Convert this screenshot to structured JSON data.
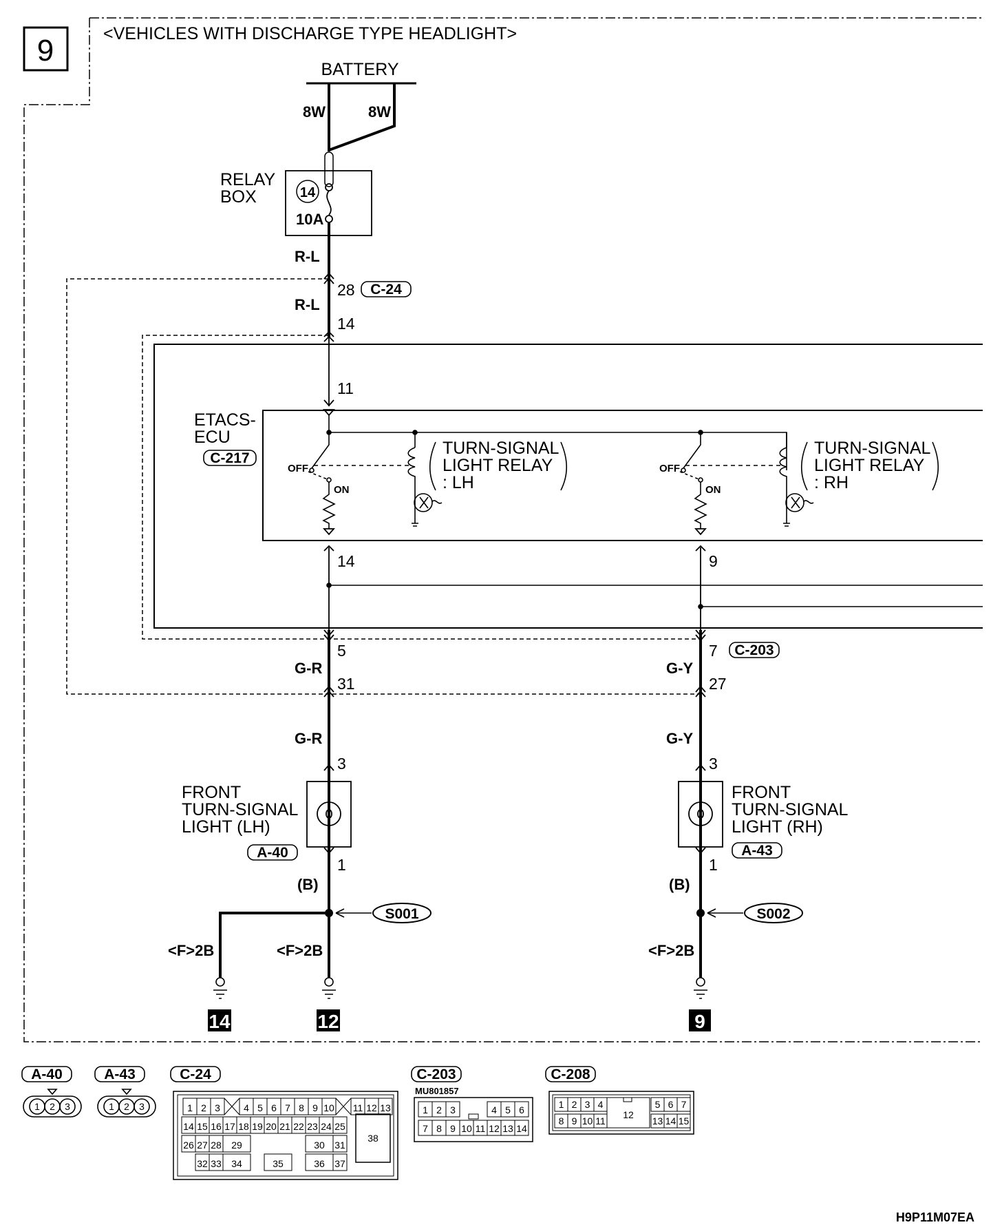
{
  "page_number": "9",
  "header": "<VEHICLES WITH DISCHARGE TYPE HEADLIGHT>",
  "battery": "BATTERY",
  "battery_wires": [
    "8W",
    "8W"
  ],
  "relay_box": {
    "line1": "RELAY",
    "line2": "BOX",
    "fuse_number": "14",
    "fuse_rating": "10A"
  },
  "wire_colors": {
    "rl": "R-L",
    "gr": "G-R",
    "gy": "G-Y",
    "b": "(B)"
  },
  "connectors": {
    "c24": "C-24",
    "c203": "C-203",
    "c217": "C-217",
    "c208": "C-208",
    "a40": "A-40",
    "a43": "A-43"
  },
  "pins": {
    "c24_28": "28",
    "c203_14": "14",
    "etacs_11": "11",
    "etacs_14": "14",
    "etacs_9": "9",
    "c203_5": "5",
    "c203_7": "7",
    "c24_31": "31",
    "c24_27": "27",
    "lh_3": "3",
    "lh_1": "1",
    "rh_3": "3",
    "rh_1": "1"
  },
  "etacs": {
    "line1": "ETACS-",
    "line2": "ECU"
  },
  "switch_labels": {
    "off": "OFF",
    "on": "ON"
  },
  "relay_lh": [
    "TURN-SIGNAL",
    "LIGHT RELAY",
    ": LH"
  ],
  "relay_rh": [
    "TURN-SIGNAL",
    "LIGHT RELAY",
    ": RH"
  ],
  "front_lh": [
    "FRONT",
    "TURN-SIGNAL",
    "LIGHT (LH)"
  ],
  "front_rh": [
    "FRONT",
    "TURN-SIGNAL",
    "LIGHT (RH)"
  ],
  "splices": {
    "s001": "S001",
    "s002": "S002"
  },
  "grounds": [
    "<F>2B",
    "<F>2B",
    "<F>2B"
  ],
  "page_refs": [
    "14",
    "12",
    "9"
  ],
  "c203_part_number": "MU801857",
  "connector_faces": {
    "a40_pins": [
      "1",
      "2",
      "3"
    ],
    "a43_pins": [
      "1",
      "2",
      "3"
    ],
    "c24_row1": [
      "1",
      "2",
      "3",
      "4",
      "5",
      "6",
      "7",
      "8",
      "9",
      "10",
      "11",
      "12",
      "13"
    ],
    "c24_row2": [
      "14",
      "15",
      "16",
      "17",
      "18",
      "19",
      "20",
      "21",
      "22",
      "23",
      "24",
      "25"
    ],
    "c24_row3": [
      "26",
      "27",
      "28",
      "29",
      "30",
      "31"
    ],
    "c24_row4": [
      "32",
      "33",
      "34",
      "35",
      "36",
      "37"
    ],
    "c24_big": "38",
    "c203_row1": [
      "1",
      "2",
      "3",
      "4",
      "5",
      "6"
    ],
    "c203_row2": [
      "7",
      "8",
      "9",
      "10",
      "11",
      "12",
      "13",
      "14"
    ],
    "c208_row1": [
      "1",
      "2",
      "3",
      "4",
      "5",
      "6",
      "7"
    ],
    "c208_row2": [
      "8",
      "9",
      "10",
      "11",
      "13",
      "14",
      "15"
    ],
    "c208_center": "12"
  },
  "drawing_code": "H9P11M07EA"
}
